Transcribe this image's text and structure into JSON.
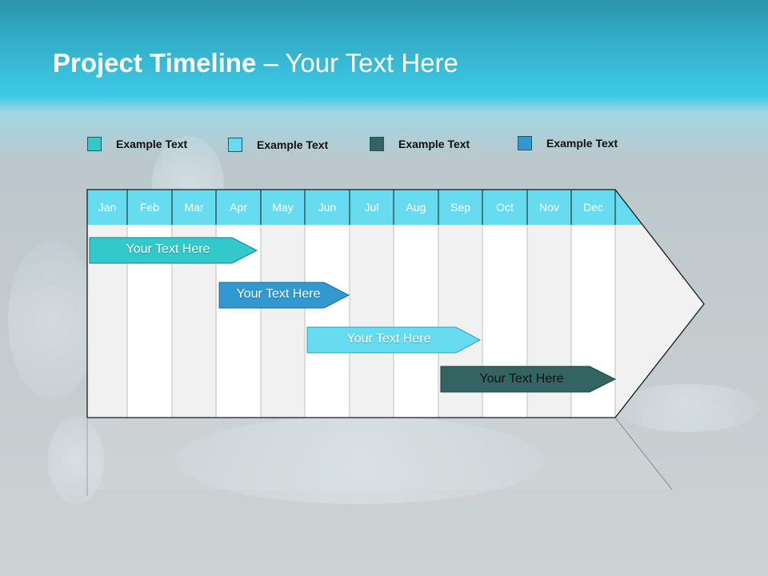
{
  "title": {
    "bold": "Project Timeline",
    "rest": " – Your Text Here"
  },
  "legend": [
    {
      "label": "Example Text",
      "color": "#33c8c9"
    },
    {
      "label": "Example Text",
      "color": "#67dcf0"
    },
    {
      "label": "Example Text",
      "color": "#336462"
    },
    {
      "label": "Example Text",
      "color": "#3299d0"
    }
  ],
  "months": [
    "Jan",
    "Feb",
    "Mar",
    "Apr",
    "May",
    "Jun",
    "Jul",
    "Aug",
    "Sep",
    "Oct",
    "Nov",
    "Dec"
  ],
  "bars": [
    {
      "label": "Your  Text Here",
      "color": "#33c8c9",
      "text_color": "#ffffff",
      "start": "Jan",
      "end": "Apr"
    },
    {
      "label": "Your  Text Here",
      "color": "#3299d0",
      "text_color": "#ffffff",
      "start": "Apr",
      "end": "Jun"
    },
    {
      "label": "Your  Text Here",
      "color": "#67dcf0",
      "text_color": "#ffffff",
      "start": "Jun",
      "end": "Sep"
    },
    {
      "label": "Your  Text Here",
      "color": "#336462",
      "text_color": "#111111",
      "start": "Aug",
      "end": "Dec"
    }
  ],
  "colors": {
    "header": "#67dcf0",
    "column_shade": "#f1f1f1",
    "column_white": "#ffffff"
  }
}
